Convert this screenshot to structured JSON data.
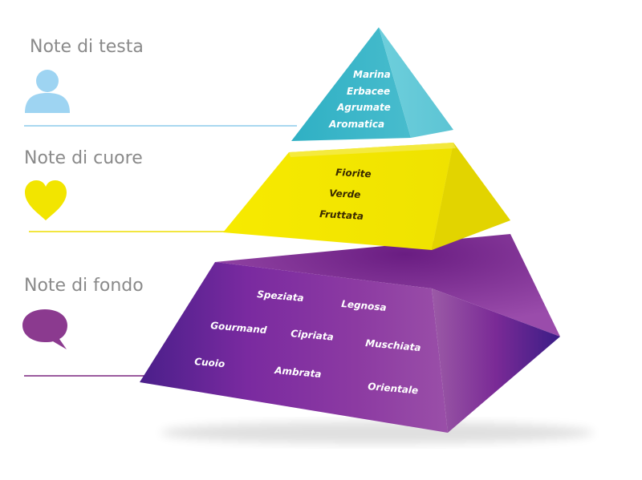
{
  "tiers": {
    "top": {
      "label": "Note di testa",
      "icon": "person-icon",
      "color": "#9ed4f2",
      "line_color": "#a9d8f0",
      "notes": [
        "Marina",
        "Erbacee",
        "Agrumate",
        "Aromatica"
      ]
    },
    "middle": {
      "label": "Note di cuore",
      "icon": "heart-icon",
      "color": "#f2e500",
      "line_color": "#f2e640",
      "notes": [
        "Fiorite",
        "Verde",
        "Fruttata"
      ]
    },
    "bottom": {
      "label": "Note di fondo",
      "icon": "speech-bubble-icon",
      "color": "#8b3a8f",
      "line_color": "#9b5a9e",
      "notes": [
        "Speziata",
        "Legnosa",
        "Gourmand",
        "Cipriata",
        "Muschiata",
        "Cuoio",
        "Ambrata",
        "Orientale"
      ]
    }
  }
}
